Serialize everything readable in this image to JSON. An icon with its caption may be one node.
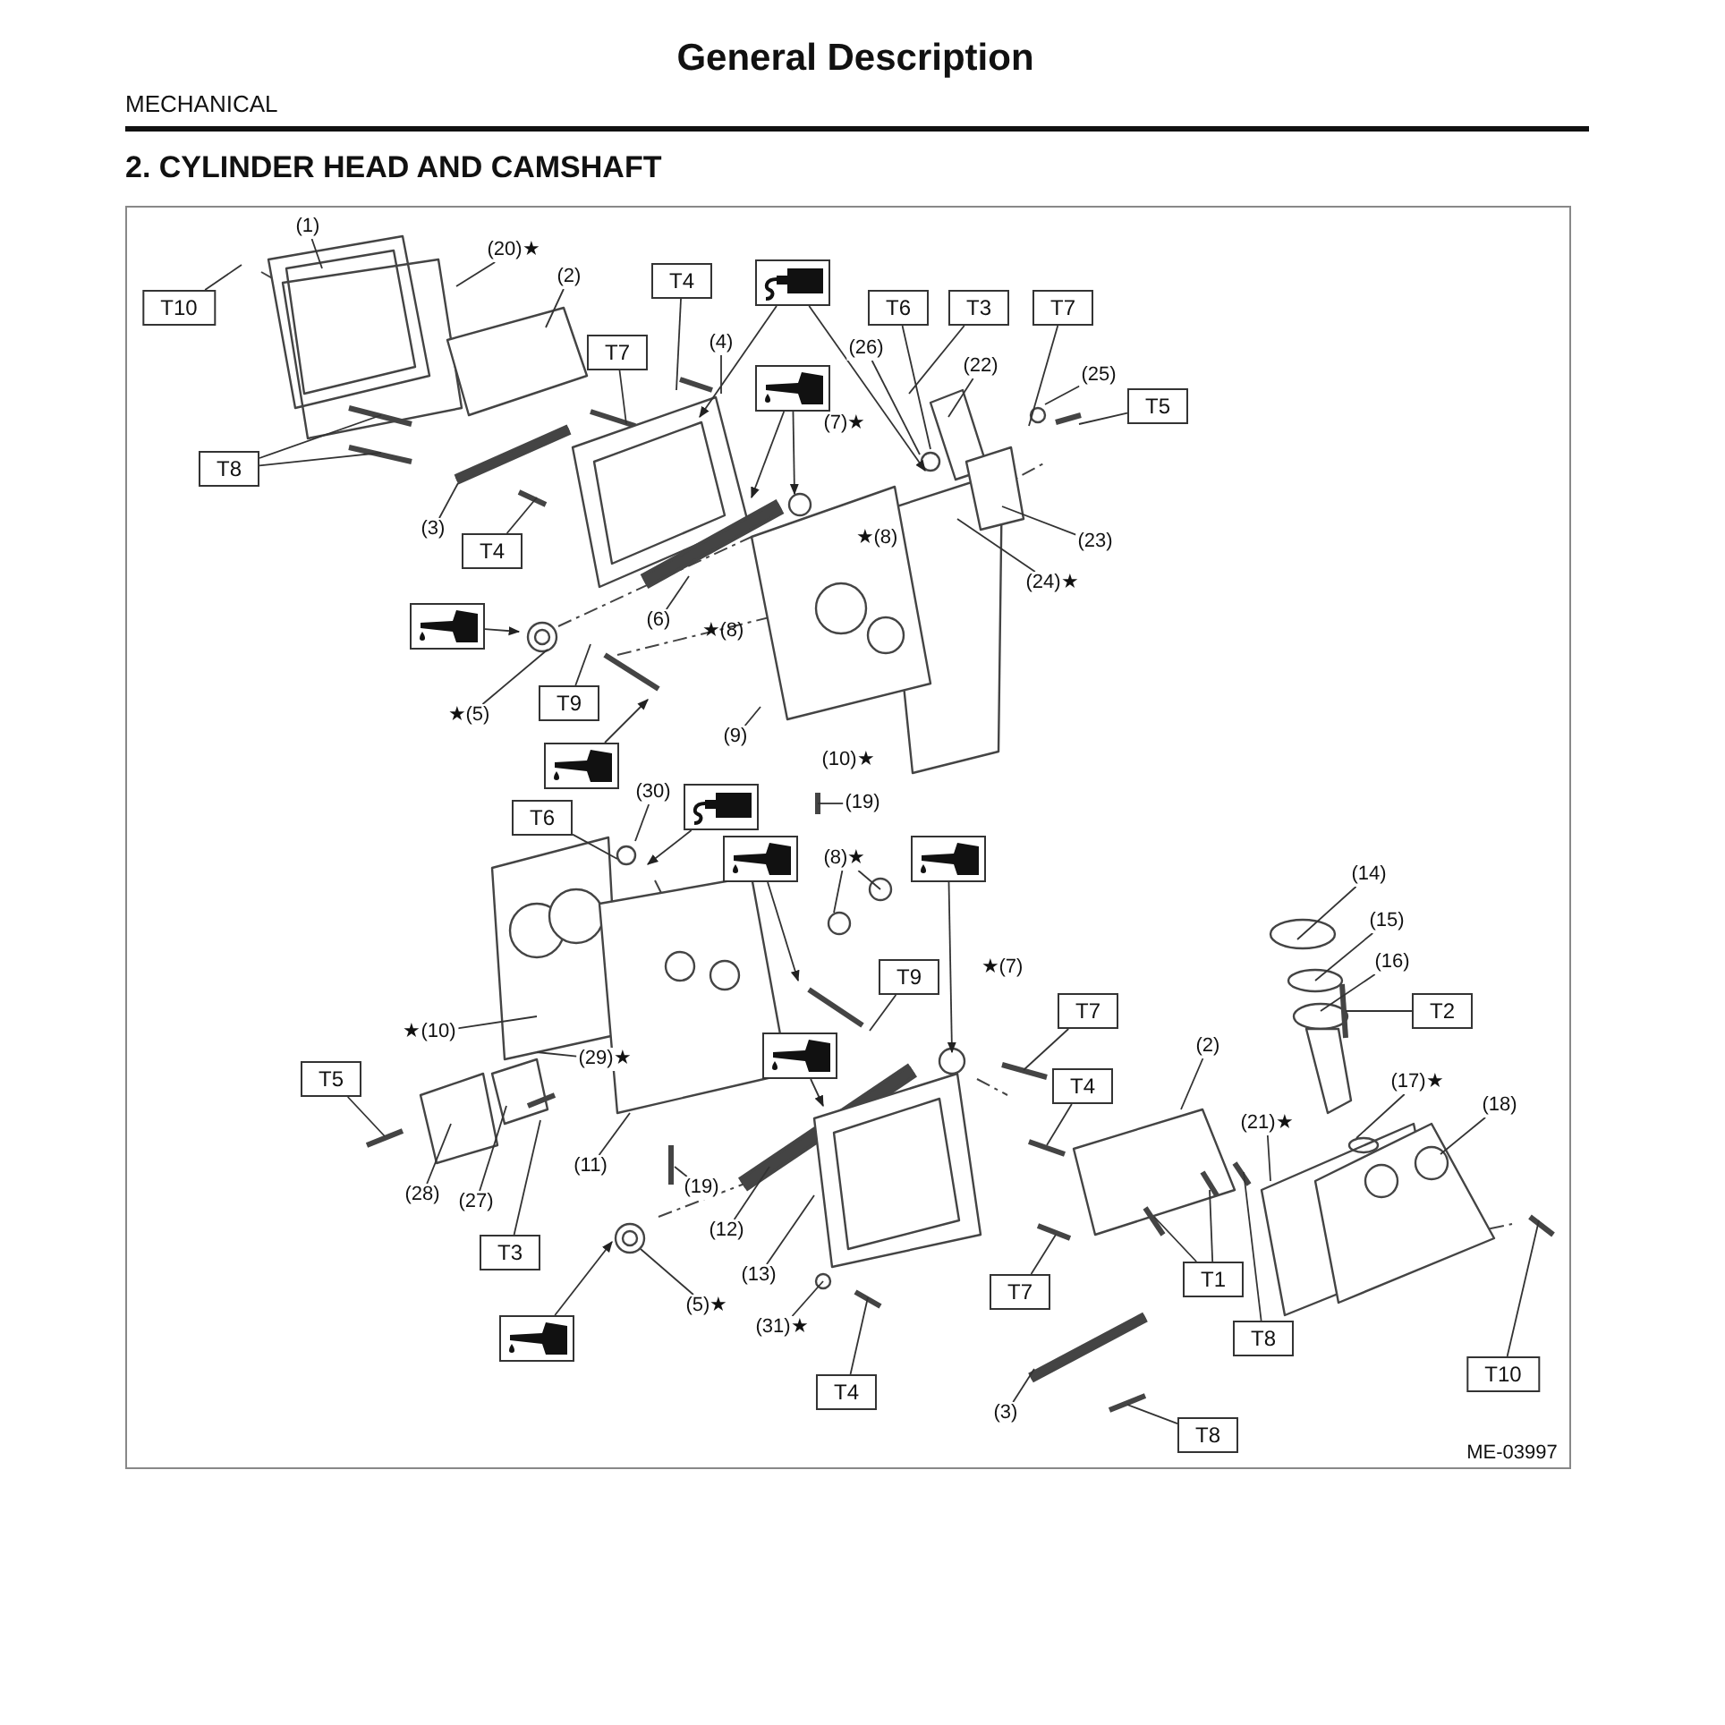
{
  "diagram": {
    "title": "General Description",
    "nodes": [
      {
        "text": [
          "T10"
        ]
      },
      {
        "text": [
          "(1)"
        ]
      },
      {
        "text": [
          "(20)★"
        ]
      },
      {
        "text": [
          "(2)"
        ]
      },
      {
        "text": [
          "T8"
        ]
      },
      {
        "text": [
          "(3)"
        ]
      },
      {
        "text": [
          "T4"
        ]
      },
      {
        "text": [
          "T7"
        ]
      },
      {
        "text": [
          "(4)"
        ]
      },
      {
        "text": [],
        "shape": "picture"
      },
      {
        "text": [
          "T4"
        ]
      },
      {
        "text": [],
        "shape": "picture"
      },
      {
        "text": [
          "T6"
        ]
      },
      {
        "text": [
          "(26)"
        ]
      },
      {
        "text": [
          "T3"
        ]
      },
      {
        "text": [
          "T7"
        ]
      },
      {
        "text": [
          "(22)"
        ]
      },
      {
        "text": [
          "(25)"
        ]
      },
      {
        "text": [
          "T5"
        ]
      },
      {
        "text": [
          "(23)"
        ]
      },
      {
        "text": [
          "(24)★"
        ]
      },
      {
        "text": [],
        "shape": "picture"
      },
      {
        "text": [
          "(6)"
        ]
      },
      {
        "text": [
          "★(5)"
        ]
      },
      {
        "text": [
          "T9"
        ]
      },
      {
        "text": [
          "(9)"
        ]
      },
      {
        "text": [],
        "shape": "picture"
      },
      {
        "text": [
          "(19)"
        ]
      },
      {
        "text": [
          "T6"
        ]
      },
      {
        "text": [
          "(30)"
        ]
      },
      {
        "text": [],
        "shape": "picture"
      },
      {
        "text": [
          "(8)★"
        ]
      },
      {
        "text": [],
        "shape": "picture"
      },
      {
        "text": [],
        "shape": "picture"
      },
      {
        "text": [
          "T9"
        ]
      },
      {
        "text": [
          "T7"
        ]
      },
      {
        "text": [
          "(14)"
        ]
      },
      {
        "text": [
          "(15)"
        ]
      },
      {
        "text": [
          "(16)"
        ]
      },
      {
        "text": [
          "T2"
        ]
      },
      {
        "text": [
          "(2)"
        ]
      },
      {
        "text": [
          "(17)★"
        ]
      },
      {
        "text": [
          "(18)"
        ]
      },
      {
        "text": [
          "T5"
        ]
      },
      {
        "text": [
          "★(10)"
        ]
      },
      {
        "text": [
          "T4"
        ]
      },
      {
        "text": [
          "(21)★"
        ]
      },
      {
        "text": [
          "(29)★"
        ]
      },
      {
        "text": [],
        "shape": "picture"
      },
      {
        "text": [
          "(11)"
        ]
      },
      {
        "text": [
          "(28)"
        ]
      },
      {
        "text": [
          "(27)"
        ]
      },
      {
        "text": [
          "(19)"
        ]
      },
      {
        "text": [
          "(12)"
        ]
      },
      {
        "text": [
          "T3"
        ]
      },
      {
        "text": [],
        "shape": "picture"
      },
      {
        "text": [
          "(5)★"
        ]
      },
      {
        "text": [
          "(13)"
        ]
      },
      {
        "text": [
          "T1"
        ]
      },
      {
        "text": [
          "T7"
        ]
      },
      {
        "text": [
          "T8"
        ]
      },
      {
        "text": [
          "(31)★"
        ]
      },
      {
        "text": [
          "T10"
        ]
      },
      {
        "text": [
          "T4"
        ]
      },
      {
        "text": [
          "(3)"
        ]
      },
      {
        "text": [
          "T8"
        ]
      }
    ],
    "edges": [
      {
        "from": 0,
        "to": null,
        "arrow": "none"
      },
      {
        "from": 1,
        "to": null,
        "arrow": "none"
      },
      {
        "from": 2,
        "to": null,
        "arrow": "none"
      },
      {
        "from": 3,
        "to": null,
        "arrow": "none"
      },
      {
        "from": 4,
        "to": null,
        "arrow": "none"
      },
      {
        "from": 4,
        "to": null,
        "arrow": "none"
      },
      {
        "from": 5,
        "to": null,
        "arrow": "none"
      },
      {
        "from": 6,
        "to": null,
        "arrow": "none"
      },
      {
        "from": 7,
        "to": null,
        "arrow": "none"
      },
      {
        "from": 8,
        "to": null,
        "arrow": "none"
      },
      {
        "from": 9,
        "to": null,
        "arrow": "to"
      },
      {
        "from": 9,
        "to": null,
        "arrow": "to"
      },
      {
        "from": 10,
        "to": null,
        "arrow": "none"
      },
      {
        "from": 11,
        "to": null,
        "arrow": "to"
      },
      {
        "from": 11,
        "to": null,
        "arrow": "to"
      },
      {
        "from": 12,
        "to": null,
        "arrow": "none"
      },
      {
        "from": 13,
        "to": null,
        "arrow": "none"
      },
      {
        "from": 14,
        "to": null,
        "arrow": "none"
      },
      {
        "from": 15,
        "to": null,
        "arrow": "none"
      },
      {
        "from": 16,
        "to": null,
        "arrow": "none"
      },
      {
        "from": 17,
        "to": null,
        "arrow": "none"
      },
      {
        "from": 18,
        "to": null,
        "arrow": "none"
      },
      {
        "from": 19,
        "to": null,
        "arrow": "none"
      },
      {
        "from": 20,
        "to": null,
        "arrow": "none"
      },
      {
        "from": 21,
        "to": null,
        "arrow": "to"
      },
      {
        "from": 22,
        "to": null,
        "arrow": "none"
      },
      {
        "from": 23,
        "to": null,
        "arrow": "none"
      },
      {
        "from": 24,
        "to": null,
        "arrow": "none"
      },
      {
        "from": 25,
        "to": null,
        "arrow": "none"
      },
      {
        "from": 26,
        "to": null,
        "arrow": "to"
      },
      {
        "from": 27,
        "to": null,
        "arrow": "none"
      },
      {
        "from": 28,
        "to": null,
        "arrow": "none"
      },
      {
        "from": 29,
        "to": null,
        "arrow": "none"
      },
      {
        "from": 30,
        "to": null,
        "arrow": "to"
      },
      {
        "from": 31,
        "to": null,
        "arrow": "none"
      },
      {
        "from": 31,
        "to": null,
        "arrow": "none"
      },
      {
        "from": 32,
        "to": null,
        "arrow": "to"
      },
      {
        "from": 33,
        "to": null,
        "arrow": "to"
      },
      {
        "from": 34,
        "to": null,
        "arrow": "none"
      },
      {
        "from": 35,
        "to": null,
        "arrow": "none"
      },
      {
        "from": 36,
        "to": null,
        "arrow": "none"
      },
      {
        "from": 37,
        "to": null,
        "arrow": "none"
      },
      {
        "from": 38,
        "to": null,
        "arrow": "none"
      },
      {
        "from": 39,
        "to": null,
        "arrow": "none"
      },
      {
        "from": 40,
        "to": null,
        "arrow": "none"
      },
      {
        "from": 41,
        "to": null,
        "arrow": "none"
      },
      {
        "from": 42,
        "to": null,
        "arrow": "none"
      },
      {
        "from": 43,
        "to": null,
        "arrow": "none"
      },
      {
        "from": 44,
        "to": null,
        "arrow": "none"
      },
      {
        "from": 45,
        "to": null,
        "arrow": "none"
      },
      {
        "from": 46,
        "to": null,
        "arrow": "none"
      },
      {
        "from": 47,
        "to": null,
        "arrow": "none"
      },
      {
        "from": 48,
        "to": null,
        "arrow": "to"
      },
      {
        "from": 49,
        "to": null,
        "arrow": "none"
      },
      {
        "from": 50,
        "to": null,
        "arrow": "none"
      },
      {
        "from": 51,
        "to": null,
        "arrow": "none"
      },
      {
        "from": 52,
        "to": null,
        "arrow": "none"
      },
      {
        "from": 53,
        "to": null,
        "arrow": "none"
      },
      {
        "from": 54,
        "to": null,
        "arrow": "none"
      },
      {
        "from": 55,
        "to": null,
        "arrow": "to"
      },
      {
        "from": 56,
        "to": null,
        "arrow": "none"
      },
      {
        "from": 57,
        "to": null,
        "arrow": "none"
      },
      {
        "from": 58,
        "to": null,
        "arrow": "none"
      },
      {
        "from": 58,
        "to": null,
        "arrow": "none"
      },
      {
        "from": 59,
        "to": null,
        "arrow": "none"
      },
      {
        "from": 60,
        "to": null,
        "arrow": "none"
      },
      {
        "from": 61,
        "to": null,
        "arrow": "none"
      },
      {
        "from": 62,
        "to": null,
        "arrow": "none"
      },
      {
        "from": 63,
        "to": null,
        "arrow": "none"
      },
      {
        "from": 64,
        "to": null,
        "arrow": "none"
      },
      {
        "from": 65,
        "to": null,
        "arrow": "none"
      }
    ],
    "labels": [
      "MECHANICAL",
      "2. CYLINDER HEAD AND CAMSHAFT",
      "(7)★",
      "★(8)",
      "★(8)",
      "(10)★",
      "★(7)",
      "ME-03997"
    ]
  }
}
